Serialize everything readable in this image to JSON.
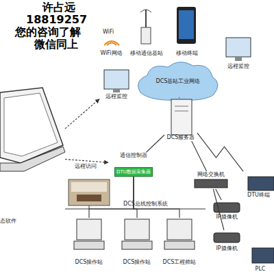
{
  "diagram": {
    "nodes": [
      {
        "text": [
          "WiFi网络"
        ]
      },
      {
        "text": [
          "移动通信基站"
        ]
      },
      {
        "text": [
          "移动终端"
        ]
      },
      {
        "text": [
          "远程监控"
        ]
      },
      {
        "text": [
          "远程监控"
        ]
      },
      {
        "text": [
          "DCS基站工业网络"
        ]
      },
      {
        "text": [
          "态软件"
        ]
      },
      {
        "text": [
          "DCS服务器"
        ]
      },
      {
        "text": [
          "通信控制器",
          "DTU数据采集器"
        ]
      },
      {
        "text": [
          "网络交换机"
        ]
      },
      {
        "text": [
          "DTU终端"
        ]
      },
      {
        "text": [
          "IP摄像机"
        ]
      },
      {
        "text": [
          "IP摄像机"
        ]
      },
      {
        "text": [
          "DCS操作站"
        ]
      },
      {
        "text": [
          "DCS操作站"
        ]
      },
      {
        "text": [
          "DCS工程师站"
        ]
      },
      {
        "text": [
          "PLC"
        ]
      }
    ],
    "edges": [
      {
        "from": 6,
        "to": 4,
        "arrow": "to"
      },
      {
        "from": 6,
        "to": 8,
        "label": "远程访问",
        "arrow": "to"
      },
      {
        "from": 5,
        "to": 7,
        "arrow": "none"
      },
      {
        "from": 7,
        "to": 8,
        "arrow": "none"
      },
      {
        "from": 7,
        "to": 9,
        "arrow": "none"
      },
      {
        "from": 7,
        "to": 10,
        "arrow": "none"
      },
      {
        "from": 9,
        "to": 11,
        "arrow": "none"
      },
      {
        "from": 9,
        "to": 12,
        "arrow": "none"
      },
      {
        "from": 8,
        "to": 13,
        "arrow": "none"
      },
      {
        "from": 8,
        "to": 14,
        "arrow": "none"
      },
      {
        "from": 8,
        "to": 15,
        "arrow": "none"
      }
    ],
    "labels": [
      "许占远",
      "18819257",
      "您的咨询了解",
      "微信同上",
      "WiFi",
      "DCS总线控制系统"
    ]
  }
}
